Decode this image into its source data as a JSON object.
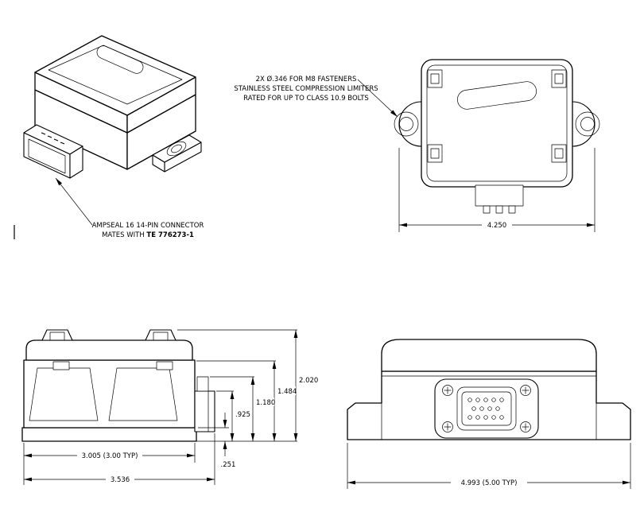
{
  "meta": {
    "ink_color": "#000000",
    "background_color": "#ffffff"
  },
  "isometric_view": {
    "callout_line1": "AMPSEAL 16 14-PIN CONNECTOR",
    "callout_line2_text": "MATES WITH ",
    "callout_line2_bold": "TE 776273-1"
  },
  "top_view": {
    "note_line1": "2X Ø.346 FOR M8 FASTENERS",
    "note_line2": "STAINLESS STEEL COMPRESSION LIMITERS",
    "note_line3": "RATED FOR UP TO CLASS 10.9 BOLTS",
    "dim_overall_width": "4.250"
  },
  "side_view": {
    "dim_total_height": "2.020",
    "dim_height_1484": "1.484",
    "dim_height_1180": "1.180",
    "dim_height_925": ".925",
    "dim_base_step": ".251",
    "dim_body_width": "3.005 (3.00 TYP)",
    "dim_overall_width": "3.536"
  },
  "front_view": {
    "dim_overall_width": "4.993 (5.00 TYP)"
  }
}
